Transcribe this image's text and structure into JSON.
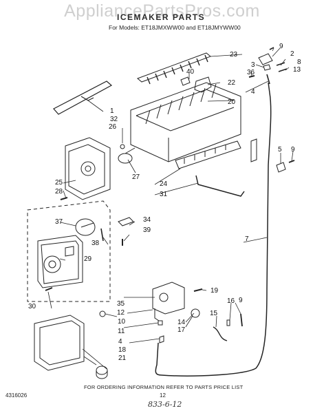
{
  "watermark": "AppliancePartsPros.com",
  "header": {
    "title": "ICEMAKER PARTS",
    "subtitle": "For Models: ET18JMXWW00 and ET18JMYWW00"
  },
  "callouts": [
    {
      "id": "c1",
      "label": "1"
    },
    {
      "id": "c2",
      "label": "2"
    },
    {
      "id": "c3",
      "label": "3"
    },
    {
      "id": "c4",
      "label": "4"
    },
    {
      "id": "c4b",
      "label": "4"
    },
    {
      "id": "c5",
      "label": "5"
    },
    {
      "id": "c7",
      "label": "7"
    },
    {
      "id": "c8",
      "label": "8"
    },
    {
      "id": "c9",
      "label": "9"
    },
    {
      "id": "c9b",
      "label": "9"
    },
    {
      "id": "c9c",
      "label": "9"
    },
    {
      "id": "c10",
      "label": "10"
    },
    {
      "id": "c11",
      "label": "11"
    },
    {
      "id": "c12",
      "label": "12"
    },
    {
      "id": "c13",
      "label": "13"
    },
    {
      "id": "c14",
      "label": "14"
    },
    {
      "id": "c15",
      "label": "15"
    },
    {
      "id": "c16",
      "label": "16"
    },
    {
      "id": "c17",
      "label": "17"
    },
    {
      "id": "c18",
      "label": "18"
    },
    {
      "id": "c19",
      "label": "19"
    },
    {
      "id": "c20",
      "label": "20"
    },
    {
      "id": "c21",
      "label": "21"
    },
    {
      "id": "c22",
      "label": "22"
    },
    {
      "id": "c23",
      "label": "23"
    },
    {
      "id": "c24",
      "label": "24"
    },
    {
      "id": "c25",
      "label": "25"
    },
    {
      "id": "c26",
      "label": "26"
    },
    {
      "id": "c27",
      "label": "27"
    },
    {
      "id": "c28",
      "label": "28"
    },
    {
      "id": "c29",
      "label": "29"
    },
    {
      "id": "c30",
      "label": "30"
    },
    {
      "id": "c31",
      "label": "31"
    },
    {
      "id": "c32",
      "label": "32"
    },
    {
      "id": "c34",
      "label": "34"
    },
    {
      "id": "c35",
      "label": "35"
    },
    {
      "id": "c36",
      "label": "36"
    },
    {
      "id": "c37",
      "label": "37"
    },
    {
      "id": "c38",
      "label": "38"
    },
    {
      "id": "c39",
      "label": "39"
    },
    {
      "id": "c40",
      "label": "40"
    }
  ],
  "footer": {
    "ordering_note": "FOR ORDERING INFORMATION REFER TO PARTS PRICE LIST",
    "doc_code": "4316026",
    "page": "12",
    "handwritten": "833-6-12"
  }
}
